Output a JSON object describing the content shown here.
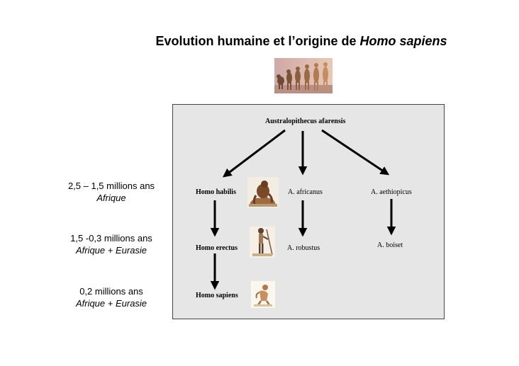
{
  "title": {
    "prefix": "Evolution humaine et l’origine de ",
    "italic": "Homo sapiens"
  },
  "periods": [
    {
      "range": "2,5 – 1,5 millions ans",
      "region": "Afrique"
    },
    {
      "range": "1,5 -0,3 millions ans",
      "region": "Afrique + Eurasie"
    },
    {
      "range": "0,2 millions ans",
      "region": "Afrique + Eurasie"
    }
  ],
  "nodes": {
    "root": "Australopithecus afarensis",
    "habilis": "Homo habilis",
    "africanus": "A. africanus",
    "aethiopicus": "A. aethiopicus",
    "erectus": "Homo erectus",
    "robustus": "A. robustus",
    "boiset": "A. boiset",
    "sapiens": "Homo sapiens"
  },
  "colors": {
    "box_background": "#e6e6e6",
    "box_border": "#444444",
    "arrow": "#000000"
  },
  "icons": {
    "banner": "march-of-progress-illustration",
    "habilis": "homo-habilis-illustration",
    "erectus": "homo-erectus-illustration",
    "sapiens": "homo-sapiens-illustration"
  }
}
